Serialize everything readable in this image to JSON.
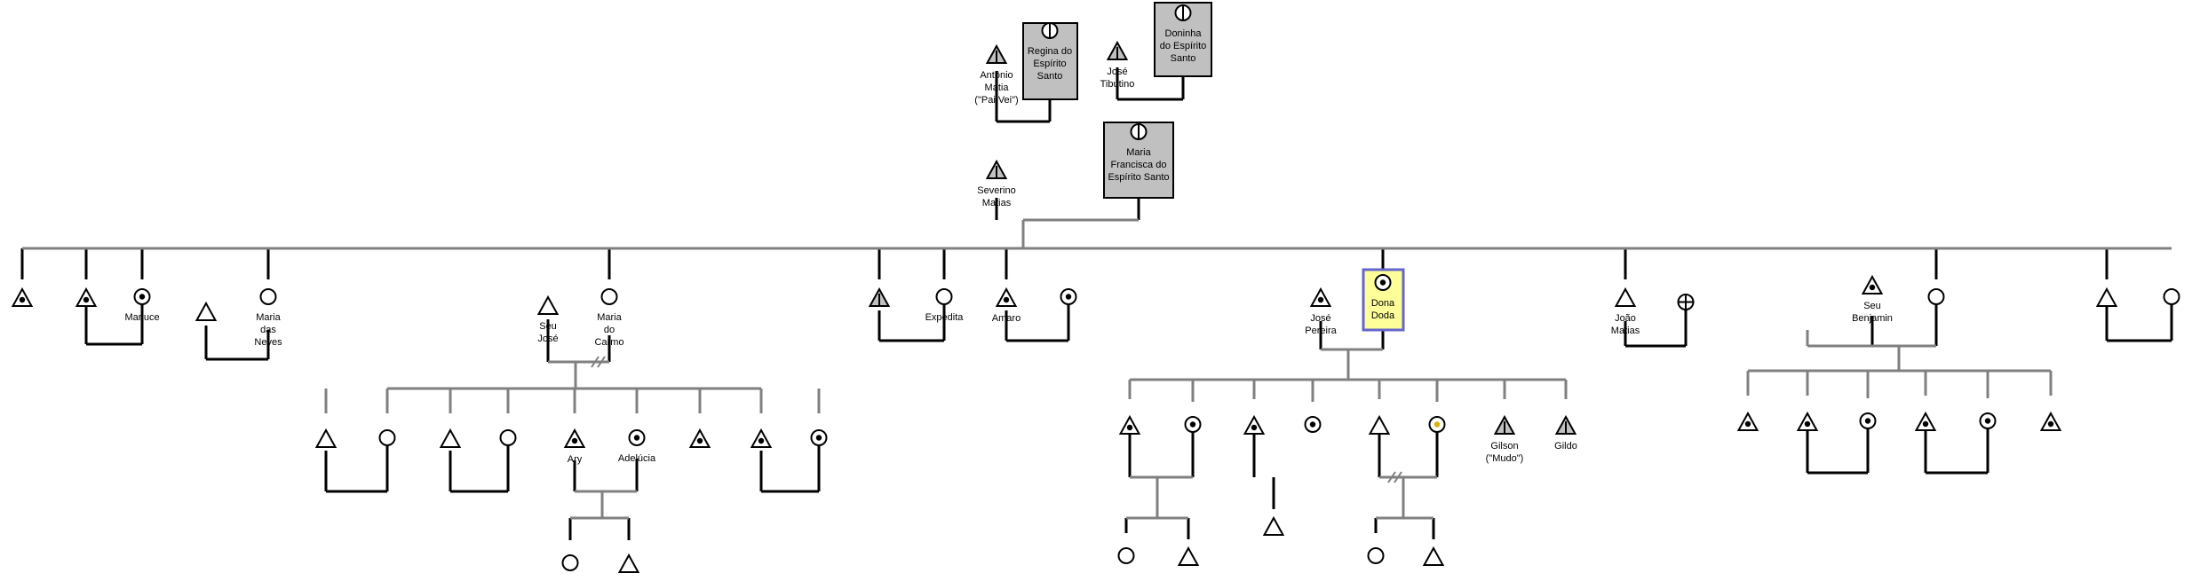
{
  "colors": {
    "line": "#000000",
    "connector": "#808080",
    "deceased_fill": "#c0c0c0",
    "ego_fill": "#ffff99",
    "ego_border": "#6666cc"
  },
  "people": [
    {
      "id": "antonio",
      "sex": "m",
      "label": [
        "Antônio",
        "Matia",
        "(\"Pai Vei\")"
      ],
      "status": "deceased"
    },
    {
      "id": "regina",
      "sex": "f",
      "label": [
        "Regina do",
        "Espírito",
        "Santo"
      ],
      "status": "deceased",
      "boxed": true
    },
    {
      "id": "jose-tibutino",
      "sex": "m",
      "label": [
        "José",
        "Tibutino"
      ],
      "status": "deceased"
    },
    {
      "id": "doninha",
      "sex": "f",
      "label": [
        "Doninha",
        "do Espírito",
        "Santo"
      ],
      "status": "deceased",
      "boxed": true
    },
    {
      "id": "severino",
      "sex": "m",
      "label": [
        "Severino",
        "Matias"
      ],
      "status": "deceased"
    },
    {
      "id": "maria-francisca",
      "sex": "f",
      "label": [
        "Maria",
        "Francisca do",
        "Espírito Santo"
      ],
      "status": "deceased",
      "boxed": true
    },
    {
      "id": "s1",
      "sex": "m",
      "label": [],
      "status": "dot"
    },
    {
      "id": "s2",
      "sex": "m",
      "label": [],
      "status": "dot"
    },
    {
      "id": "marluce",
      "sex": "f",
      "label": [
        "Marluce"
      ],
      "status": "dot"
    },
    {
      "id": "s3",
      "sex": "m",
      "label": [],
      "status": "plain"
    },
    {
      "id": "maria-das-neves",
      "sex": "f",
      "label": [
        "Maria",
        "das",
        "Neves"
      ],
      "status": "plain"
    },
    {
      "id": "seu-jose",
      "sex": "m",
      "label": [
        "Seu",
        "José"
      ],
      "status": "plain"
    },
    {
      "id": "maria-do-carmo",
      "sex": "f",
      "label": [
        "Maria",
        "do",
        "Carmo"
      ],
      "status": "plain"
    },
    {
      "id": "s4",
      "sex": "m",
      "label": [],
      "status": "deceased"
    },
    {
      "id": "expedita",
      "sex": "f",
      "label": [
        "Expedita"
      ],
      "status": "plain"
    },
    {
      "id": "amaro",
      "sex": "m",
      "label": [
        "Amaro"
      ],
      "status": "dot"
    },
    {
      "id": "s5",
      "sex": "f",
      "label": [],
      "status": "dot"
    },
    {
      "id": "jose-pereira",
      "sex": "m",
      "label": [
        "José",
        "Pereira"
      ],
      "status": "dot"
    },
    {
      "id": "dona-doda",
      "sex": "f",
      "label": [
        "Dona",
        "Doda"
      ],
      "status": "dot",
      "ego": true
    },
    {
      "id": "joao-matias",
      "sex": "m",
      "label": [
        "João",
        "Matias"
      ],
      "status": "plain"
    },
    {
      "id": "s6",
      "sex": "f",
      "label": [],
      "status": "cross"
    },
    {
      "id": "seu-benjamin",
      "sex": "m",
      "label": [
        "Seu",
        "Benjamin"
      ],
      "status": "dot"
    },
    {
      "id": "s7",
      "sex": "f",
      "label": [],
      "status": "plain"
    },
    {
      "id": "s8",
      "sex": "m",
      "label": [],
      "status": "plain"
    },
    {
      "id": "s9",
      "sex": "f",
      "label": [],
      "status": "plain"
    },
    {
      "id": "c1",
      "sex": "m",
      "label": [],
      "status": "plain"
    },
    {
      "id": "c2",
      "sex": "f",
      "label": [],
      "status": "plain"
    },
    {
      "id": "c3",
      "sex": "m",
      "label": [],
      "status": "plain"
    },
    {
      "id": "c4",
      "sex": "f",
      "label": [],
      "status": "plain"
    },
    {
      "id": "ary",
      "sex": "m",
      "label": [
        "Ary"
      ],
      "status": "dot"
    },
    {
      "id": "adelucia",
      "sex": "f",
      "label": [
        "Adelúcia"
      ],
      "status": "dot"
    },
    {
      "id": "c5",
      "sex": "m",
      "label": [],
      "status": "dot"
    },
    {
      "id": "c6",
      "sex": "m",
      "label": [],
      "status": "dot"
    },
    {
      "id": "c7",
      "sex": "f",
      "label": [],
      "status": "dot"
    },
    {
      "id": "g1",
      "sex": "f",
      "label": [],
      "status": "plain"
    },
    {
      "id": "g2",
      "sex": "m",
      "label": [],
      "status": "plain"
    },
    {
      "id": "d1",
      "sex": "m",
      "label": [],
      "status": "dot"
    },
    {
      "id": "d2",
      "sex": "f",
      "label": [],
      "status": "dot"
    },
    {
      "id": "d3",
      "sex": "m",
      "label": [],
      "status": "dot"
    },
    {
      "id": "d4",
      "sex": "f",
      "label": [],
      "status": "dot"
    },
    {
      "id": "d5",
      "sex": "m",
      "label": [],
      "status": "plain"
    },
    {
      "id": "d6",
      "sex": "f",
      "label": [],
      "status": "dot-yellow"
    },
    {
      "id": "gilson",
      "sex": "m",
      "label": [
        "Gilson",
        "(\"Mudo\")"
      ],
      "status": "deceased"
    },
    {
      "id": "gildo",
      "sex": "m",
      "label": [
        "Gildo"
      ],
      "status": "deceased"
    },
    {
      "id": "e1",
      "sex": "f",
      "label": [],
      "status": "plain"
    },
    {
      "id": "e2",
      "sex": "m",
      "label": [],
      "status": "plain"
    },
    {
      "id": "e3",
      "sex": "m",
      "label": [],
      "status": "plain"
    },
    {
      "id": "e4",
      "sex": "f",
      "label": [],
      "status": "plain"
    },
    {
      "id": "e5",
      "sex": "m",
      "label": [],
      "status": "plain"
    },
    {
      "id": "b1",
      "sex": "m",
      "label": [],
      "status": "dot"
    },
    {
      "id": "b2",
      "sex": "m",
      "label": [],
      "status": "dot"
    },
    {
      "id": "b3",
      "sex": "f",
      "label": [],
      "status": "dot"
    },
    {
      "id": "b4",
      "sex": "m",
      "label": [],
      "status": "dot"
    },
    {
      "id": "b5",
      "sex": "f",
      "label": [],
      "status": "dot"
    },
    {
      "id": "b6",
      "sex": "m",
      "label": [],
      "status": "dot"
    }
  ]
}
